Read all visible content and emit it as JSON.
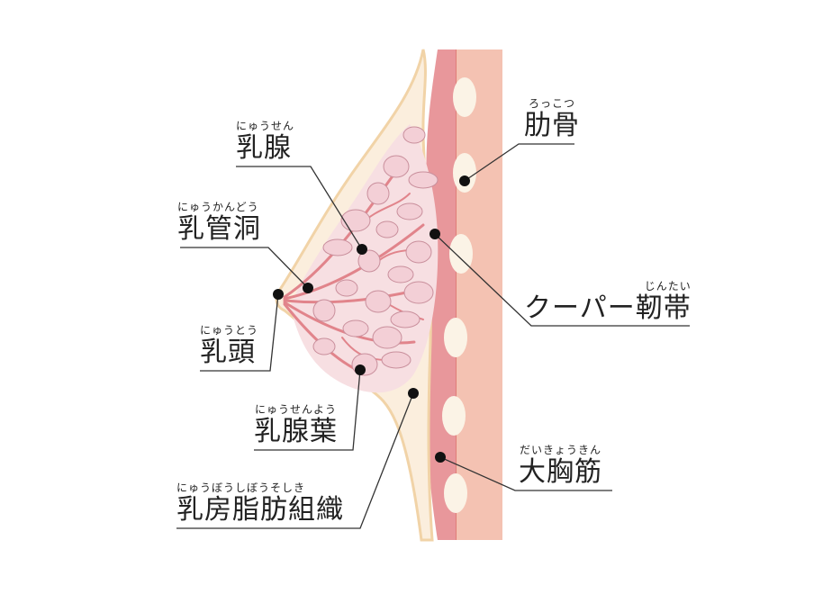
{
  "labels": {
    "rokkotsu": {
      "ruby": "ろっこつ",
      "text": "肋骨"
    },
    "nyusen": {
      "ruby": "にゅうせん",
      "text": "乳腺"
    },
    "nyukando": {
      "ruby": "にゅうかんどう",
      "text": "乳管洞"
    },
    "cooper": {
      "ruby": "じんたい",
      "text": "クーパー靭帯"
    },
    "nyuto": {
      "ruby": "にゅうとう",
      "text": "乳頭"
    },
    "nyusenyo": {
      "ruby": "にゅうせんよう",
      "text": "乳腺葉"
    },
    "daikyokin": {
      "ruby": "だいきょうきん",
      "text": "大胸筋"
    },
    "nyubo_shibo": {
      "ruby": "にゅうぼうしぼうそしき",
      "text": "乳房脂肪組織"
    }
  },
  "colors": {
    "muscle": "#f4c2b2",
    "muscle_line": "#e07d78",
    "fascia": "#e8979b",
    "fat": "#fbeedd",
    "fat_edge": "#f1d3a7",
    "gland_bg": "#f7dfe2",
    "ducts": "#e1848b",
    "lobule": "#f3cfd6",
    "lobule_edge": "#c98f9c",
    "rib": "#fbf3e6",
    "leader": "#333333",
    "dot": "#111111"
  }
}
